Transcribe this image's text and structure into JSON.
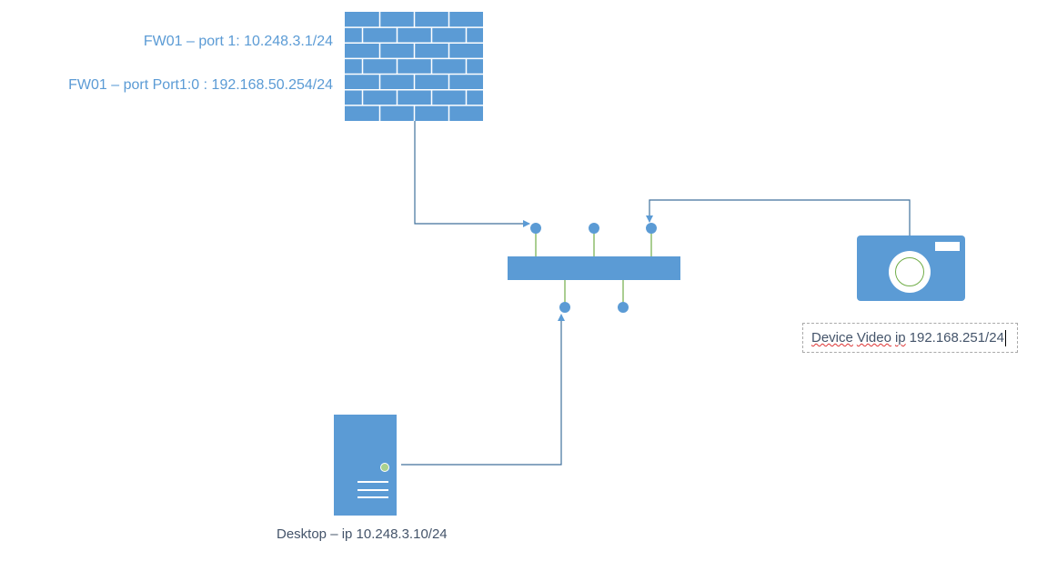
{
  "labels": {
    "fw_port1": "FW01 – port 1: 10.248.3.1/24",
    "fw_port1_0": "FW01 – port Port1:0 : 192.168.50.254/24",
    "camera_word1": "Device",
    "camera_word2": "Video",
    "camera_word3": "ip",
    "camera_rest": "192.168.251/24",
    "desktop": "Desktop – ip 10.248.3.10/24"
  },
  "colors": {
    "shape_fill": "#5b9bd5",
    "connector": "#41719c",
    "port_line": "#70ad47",
    "fw_text": "#5b9bd5",
    "text": "#44546a"
  }
}
